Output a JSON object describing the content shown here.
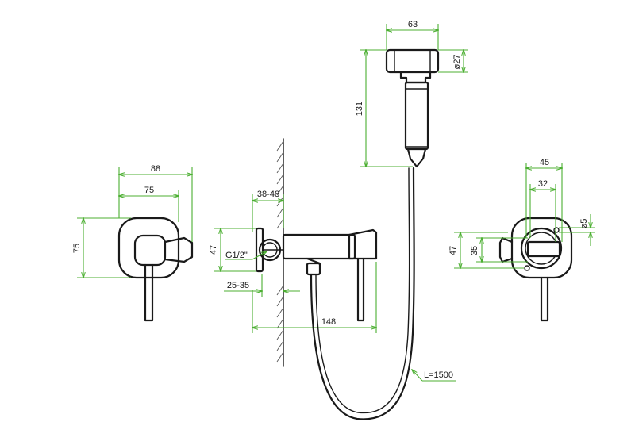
{
  "dimensions": {
    "handset_width": "63",
    "handset_diameter": "ø27",
    "handset_height": "131",
    "plate_outer_width": "88",
    "plate_inner_width": "75",
    "plate_height": "75",
    "wall_depth_range": "38-48",
    "side_height": "47",
    "thread": "G1/2\"",
    "wall_offset": "25-35",
    "body_length": "148",
    "hose_length": "L=1500",
    "right_width_outer": "45",
    "right_width_inner": "32",
    "right_hole": "ø5",
    "right_height_outer": "47",
    "right_height_inner": "35"
  },
  "colors": {
    "dimension_line": "#4caf32",
    "outline": "#1a1a1a"
  }
}
